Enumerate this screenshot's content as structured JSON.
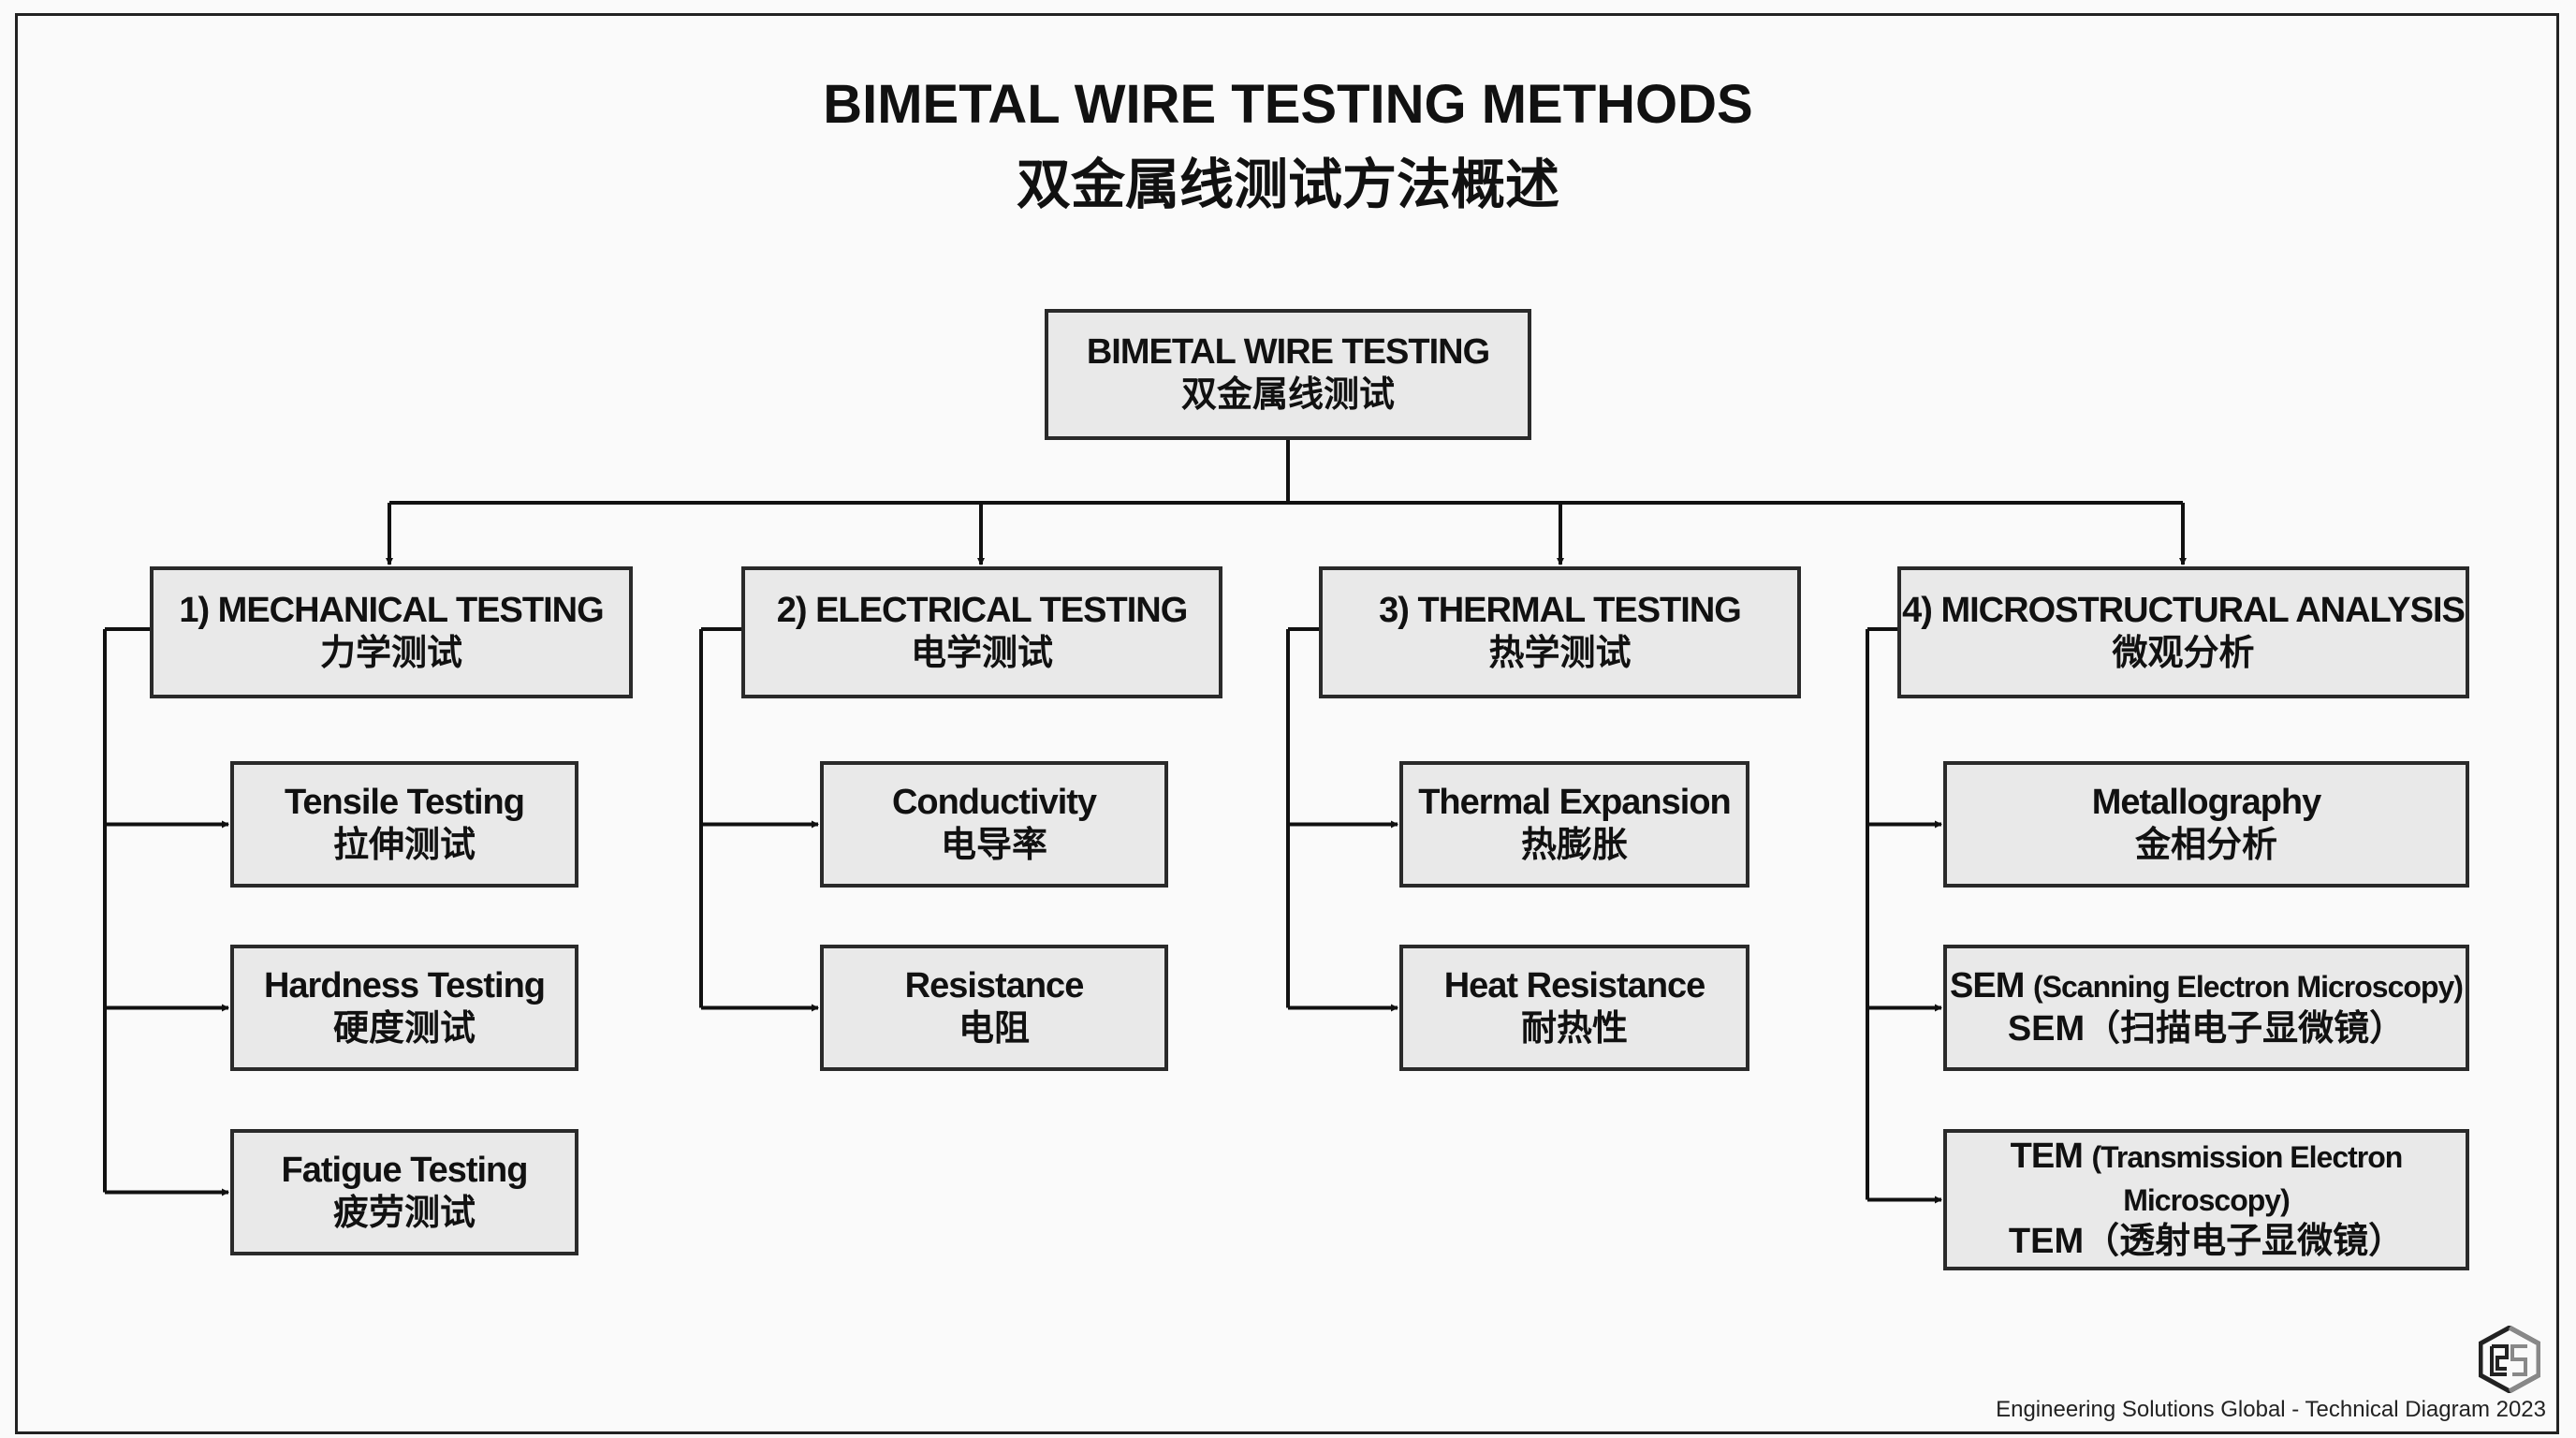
{
  "title": {
    "en": "BIMETAL WIRE TESTING METHODS",
    "cn": "双金属线测试方法概述"
  },
  "root": {
    "en": "BIMETAL WIRE TESTING",
    "cn": "双金属线测试"
  },
  "categories": [
    {
      "en": "1) MECHANICAL TESTING",
      "cn": "力学测试",
      "children": [
        {
          "en": "Tensile Testing",
          "cn": "拉伸测试"
        },
        {
          "en": "Hardness Testing",
          "cn": "硬度测试"
        },
        {
          "en": "Fatigue Testing",
          "cn": "疲劳测试"
        }
      ]
    },
    {
      "en": "2) ELECTRICAL TESTING",
      "cn": "电学测试",
      "children": [
        {
          "en": "Conductivity",
          "cn": "电导率"
        },
        {
          "en": "Resistance",
          "cn": "电阻"
        }
      ]
    },
    {
      "en": "3) THERMAL TESTING",
      "cn": "热学测试",
      "children": [
        {
          "en": "Thermal Expansion",
          "cn": "热膨胀"
        },
        {
          "en": "Heat Resistance",
          "cn": "耐热性"
        }
      ]
    },
    {
      "en": "4) MICROSTRUCTURAL ANALYSIS",
      "cn": "微观分析",
      "children": [
        {
          "en": "Metallography",
          "cn": "金相分析"
        },
        {
          "en_abbr": "SEM",
          "en": "(Scanning Electron Microscopy)",
          "cn": "SEM（扫描电子显微镜）"
        },
        {
          "en_abbr": "TEM",
          "en": "(Transmission Electron Microscopy)",
          "cn": "TEM（透射电子显微镜）"
        }
      ]
    }
  ],
  "footer": {
    "text": "Engineering Solutions Global - Technical Diagram 2023",
    "logo": "ESG"
  },
  "colors": {
    "box_fill": "#e9e9e9",
    "border": "#2a2a2a",
    "background": "#fafafa"
  }
}
